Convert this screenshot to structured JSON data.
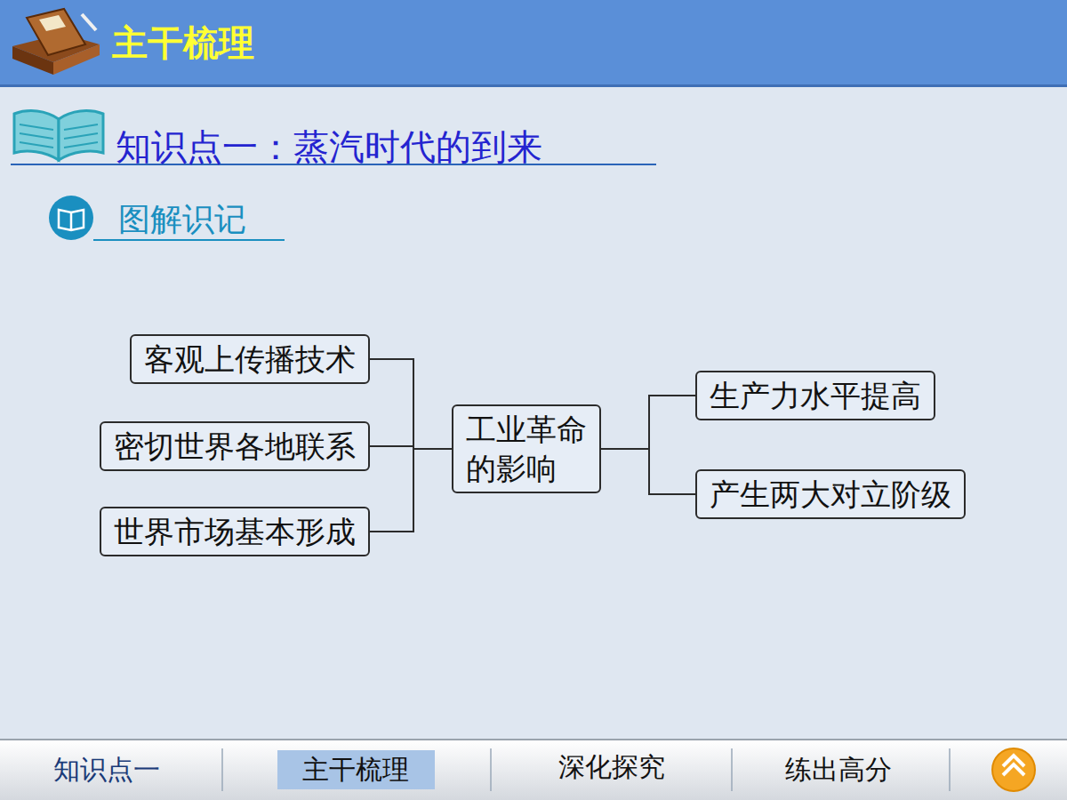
{
  "diagram": {
    "title": "主干梳理",
    "nodes": [
      {
        "text": [
          "客观上传播技术"
        ]
      },
      {
        "text": [
          "密切世界各地联系"
        ]
      },
      {
        "text": [
          "世界市场基本形成"
        ]
      },
      {
        "text": [
          "工业革命 的影响"
        ]
      },
      {
        "text": [
          "生产力水平提高"
        ]
      },
      {
        "text": [
          "产生两大对立阶级"
        ]
      }
    ],
    "edges": [
      {
        "from": 3,
        "to": 0,
        "arrow": "none"
      },
      {
        "from": 3,
        "to": 1,
        "arrow": "none"
      },
      {
        "from": 3,
        "to": 2,
        "arrow": "none"
      },
      {
        "from": 3,
        "to": 4,
        "arrow": "none"
      },
      {
        "from": 3,
        "to": 5,
        "arrow": "none"
      }
    ],
    "labels": [
      "知识点一：蒸汽时代的到来",
      "图解识记",
      "知识点一",
      "主干梳理",
      "深化探究",
      "练出高分"
    ]
  }
}
